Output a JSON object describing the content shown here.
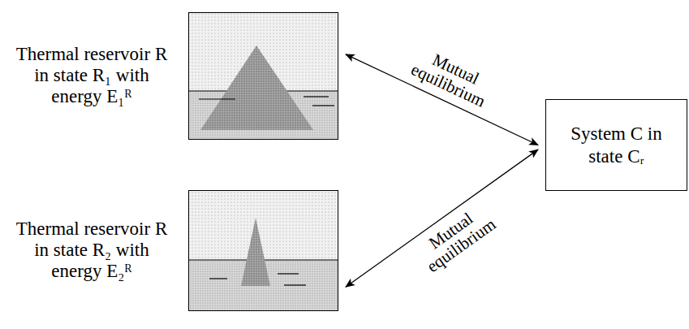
{
  "diagram": {
    "nodes": [
      {
        "text": [
          "Thermal reservoir R in state R₁ with energy E₁ᴿ"
        ]
      },
      {
        "text": [
          "System C in state Cᵣ"
        ]
      },
      {
        "text": [
          "Thermal reservoir R in state R₂ with energy E₂ᴿ"
        ]
      }
    ],
    "edges": [
      {
        "from": 0,
        "to": 1,
        "arrow": "both",
        "label": "Mutual equilibrium"
      },
      {
        "from": 2,
        "to": 1,
        "arrow": "both",
        "label": "Mutual equilibrium"
      }
    ]
  }
}
